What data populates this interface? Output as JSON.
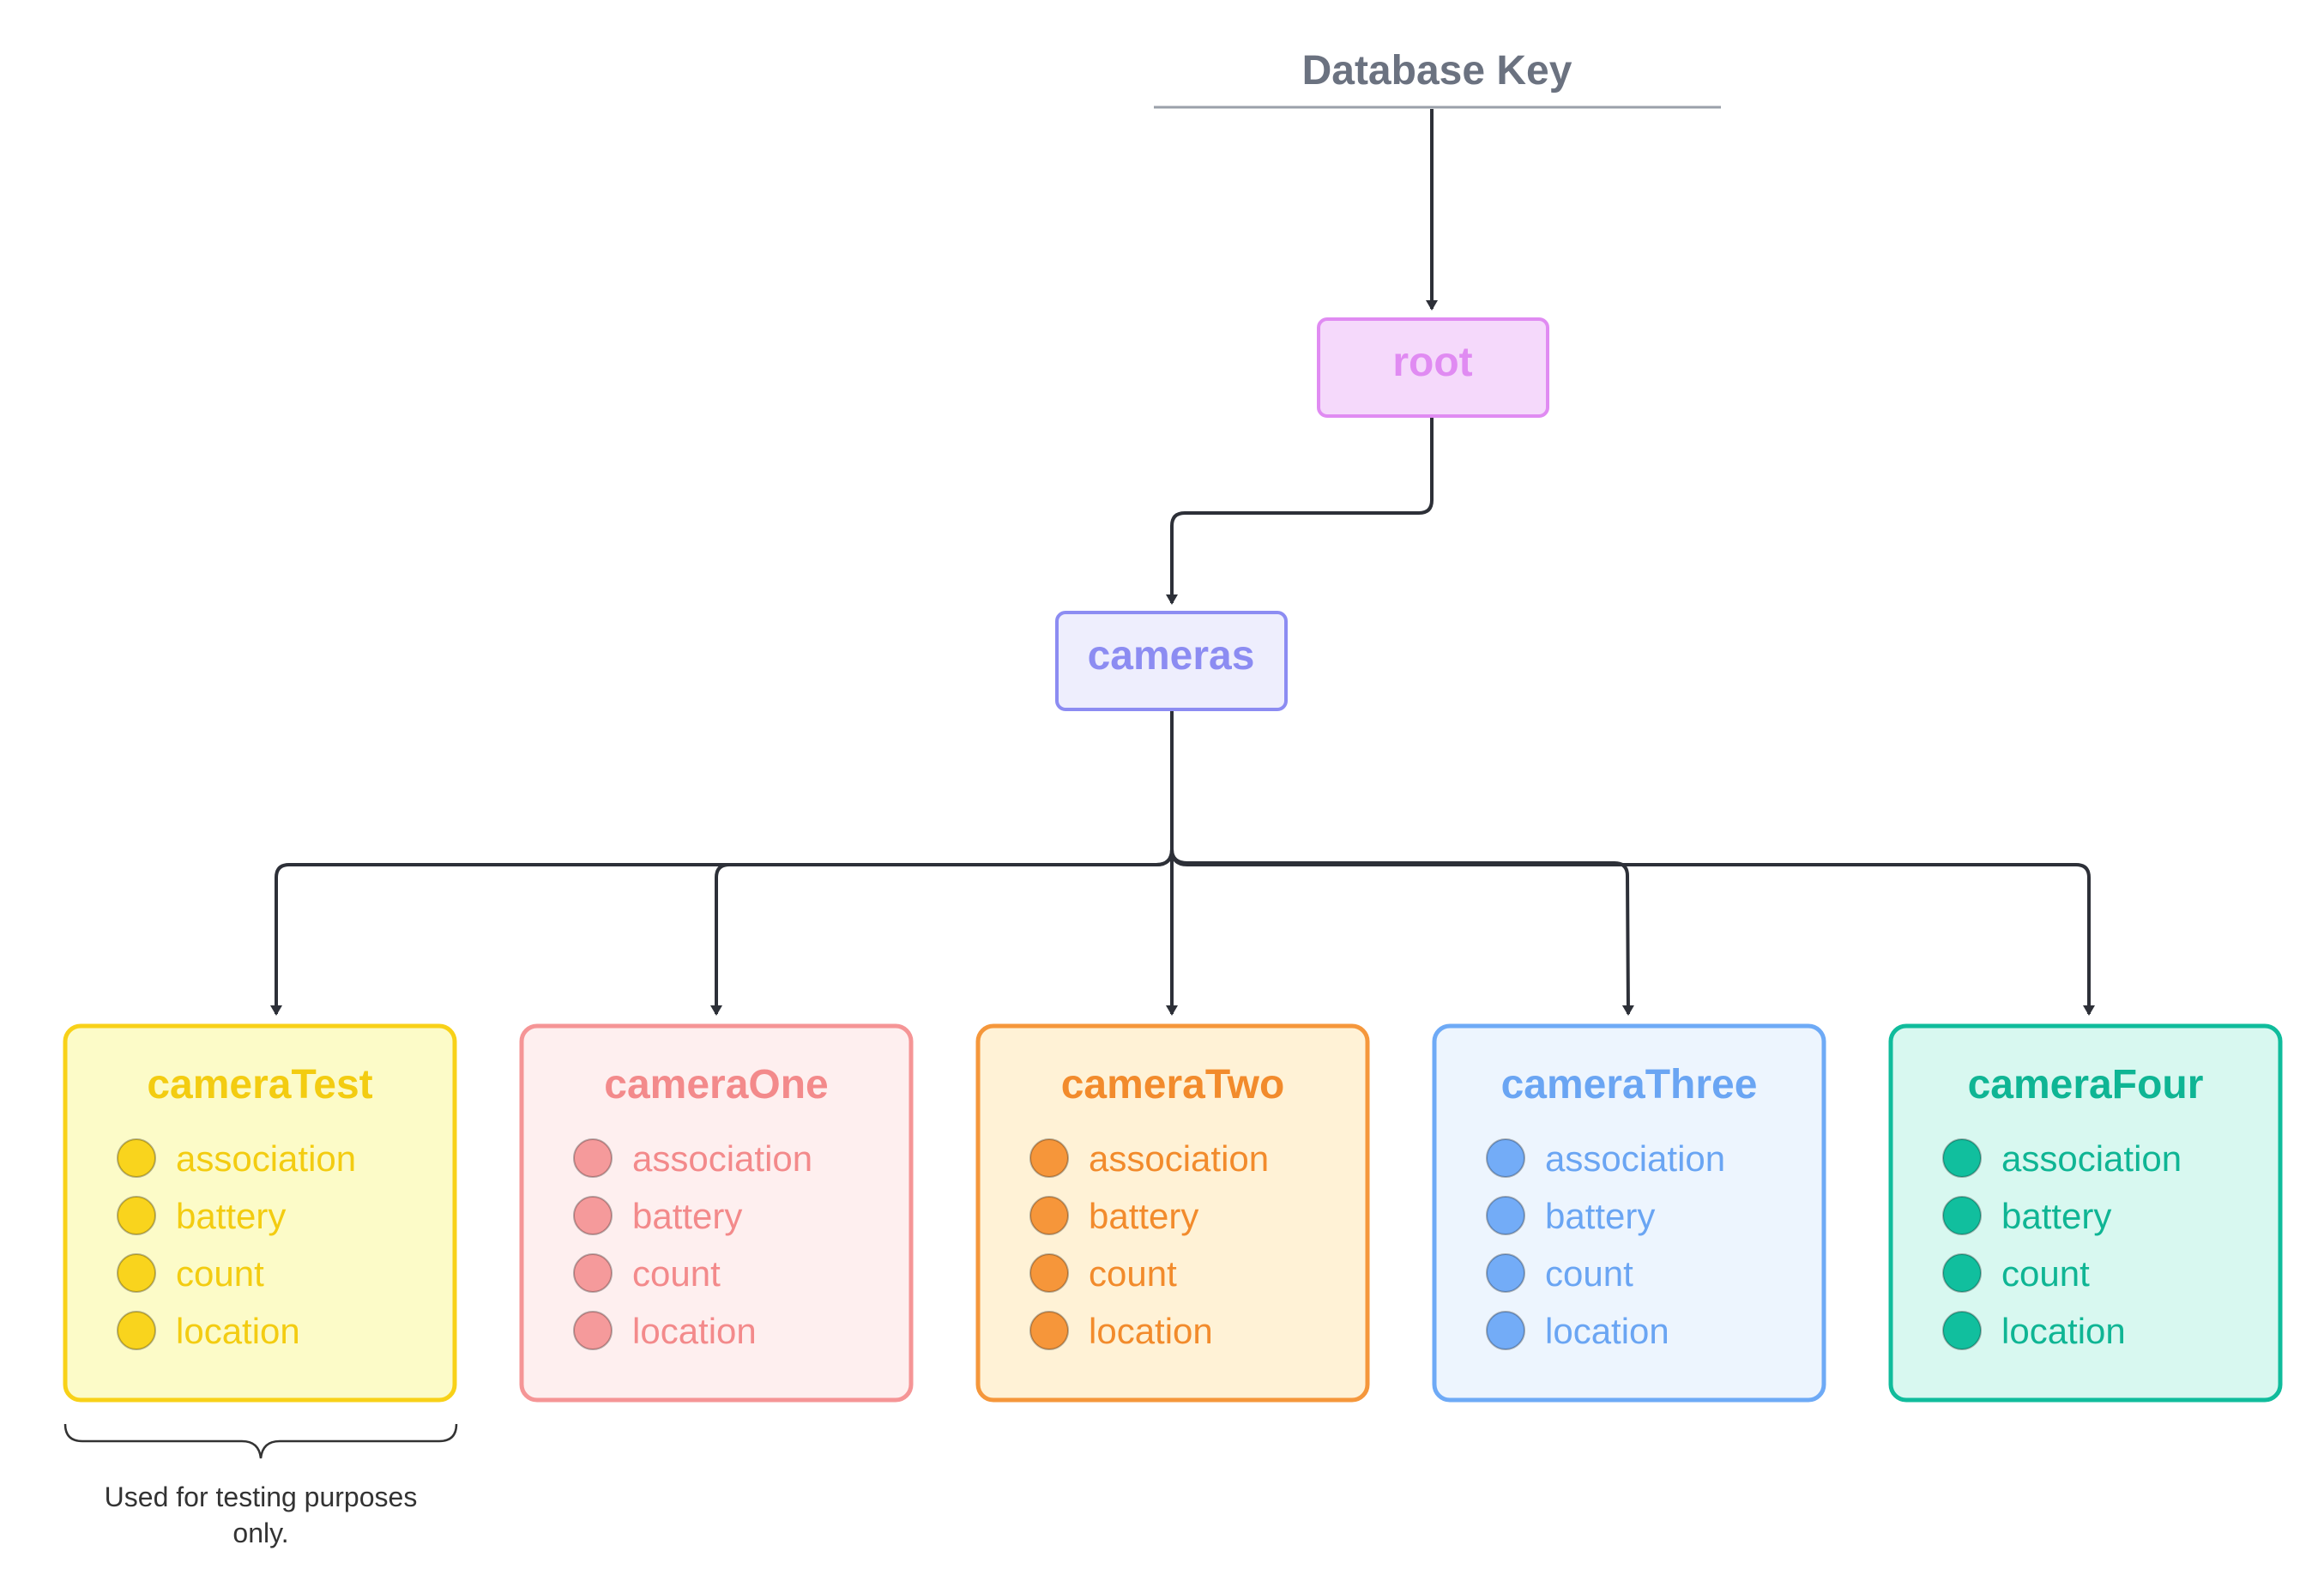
{
  "title": "Database Key",
  "root": {
    "label": "root",
    "fill": "#f5d9fb",
    "stroke": "#e08bf2",
    "text": "#e08bf2"
  },
  "cameras": {
    "label": "cameras",
    "fill": "#eeeefd",
    "stroke": "#8c8cf2",
    "text": "#8c8cf2"
  },
  "camera_nodes": [
    {
      "label": "cameraTest",
      "fill": "#fcfbc8",
      "stroke": "#f8d118",
      "text": "#f3cc11",
      "dot": "#f9d41d",
      "fields": [
        "association",
        "battery",
        "count",
        "location"
      ]
    },
    {
      "label": "cameraOne",
      "fill": "#feefef",
      "stroke": "#f59596",
      "text": "#f38a8b",
      "dot": "#f59a9b",
      "fields": [
        "association",
        "battery",
        "count",
        "location"
      ]
    },
    {
      "label": "cameraTwo",
      "fill": "#fff2d6",
      "stroke": "#f5973b",
      "text": "#f28b2c",
      "dot": "#f6963a",
      "fields": [
        "association",
        "battery",
        "count",
        "location"
      ]
    },
    {
      "label": "cameraThree",
      "fill": "#edf5fe",
      "stroke": "#6eaaf6",
      "text": "#6aa5f3",
      "dot": "#73acf7",
      "fields": [
        "association",
        "battery",
        "count",
        "location"
      ]
    },
    {
      "label": "cameraFour",
      "fill": "#d8f8f0",
      "stroke": "#10bc9c",
      "text": "#0fb594",
      "dot": "#11bf9e",
      "fields": [
        "association",
        "battery",
        "count",
        "location"
      ]
    }
  ],
  "note": {
    "line1": "Used for testing purposes",
    "line2": "only."
  },
  "colors": {
    "connector": "#2d3038",
    "title_rule": "#9aa0aa"
  }
}
